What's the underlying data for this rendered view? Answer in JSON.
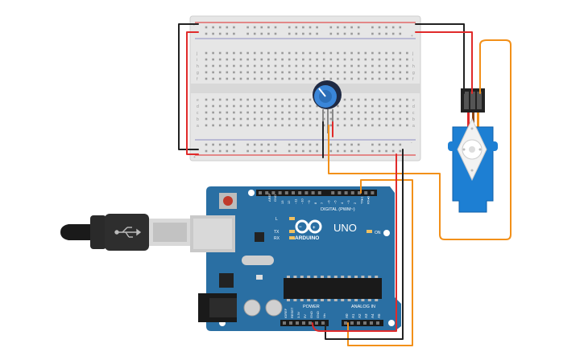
{
  "colors": {
    "board_blue": "#2a6fa3",
    "breadboard": "#e6e6e6",
    "wire_red": "#e02a2a",
    "wire_black": "#222222",
    "wire_orange": "#f29019",
    "servo_blue": "#1d7fd3"
  },
  "board": {
    "brand": "ARDUINO",
    "model": "UNO",
    "digital_header": "DIGITAL (PWM~)",
    "power_header": "POWER",
    "analog_header": "ANALOG IN",
    "on_label": "ON",
    "l_label": "L",
    "tx_label": "TX",
    "rx_label": "RX",
    "aref": "AREF",
    "gnd": "GND",
    "digital_pins": [
      "13",
      "12",
      "~11",
      "~10",
      "~9",
      "8",
      "7",
      "~6",
      "~5",
      "4",
      "~3",
      "2",
      "TX▸1",
      "RX◂0"
    ],
    "power_pins": [
      "IOREF",
      "RESET",
      "3.3V",
      "5V",
      "GND",
      "GND",
      "Vin"
    ],
    "analog_pins": [
      "A0",
      "A1",
      "A2",
      "A3",
      "A4",
      "A5"
    ]
  },
  "breadboard": {
    "row_letters_top": [
      "j",
      "i",
      "h",
      "g",
      "f"
    ],
    "row_letters_bottom": [
      "e",
      "d",
      "c",
      "b",
      "a"
    ],
    "rail_plus": "+",
    "rail_minus": "-"
  },
  "icons": {
    "usb": "usb-icon",
    "arduino_logo": "infinity-logo-icon"
  }
}
